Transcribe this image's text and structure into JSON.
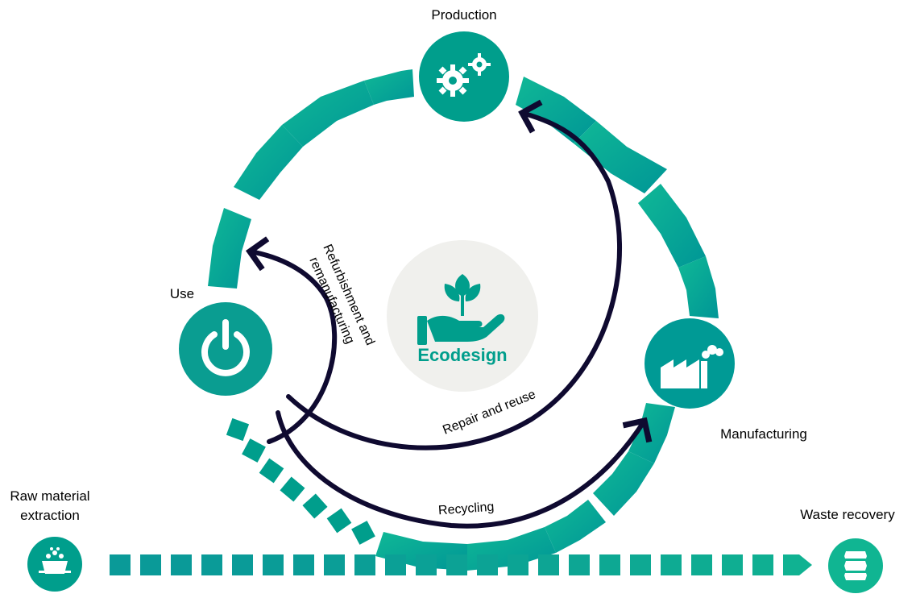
{
  "center": {
    "label": "Ecodesign"
  },
  "nodes": {
    "production": {
      "label": "Production"
    },
    "use": {
      "label": "Use"
    },
    "manufacturing": {
      "label": "Manufacturing"
    },
    "raw_material": {
      "label_line1": "Raw material",
      "label_line2": "extraction"
    },
    "waste_recovery": {
      "label": "Waste recovery"
    }
  },
  "flows": {
    "repair_reuse": "Repair and reuse",
    "recycling": "Recycling",
    "refurbish_line1": "Refurbishment and",
    "refurbish_line2": "remanufacturing"
  },
  "colors": {
    "teal": "#009e8c",
    "teal_light": "#0fb394",
    "navy": "#0f0a30",
    "center_bg": "#f0f0ed",
    "icon": "#ffffff"
  }
}
